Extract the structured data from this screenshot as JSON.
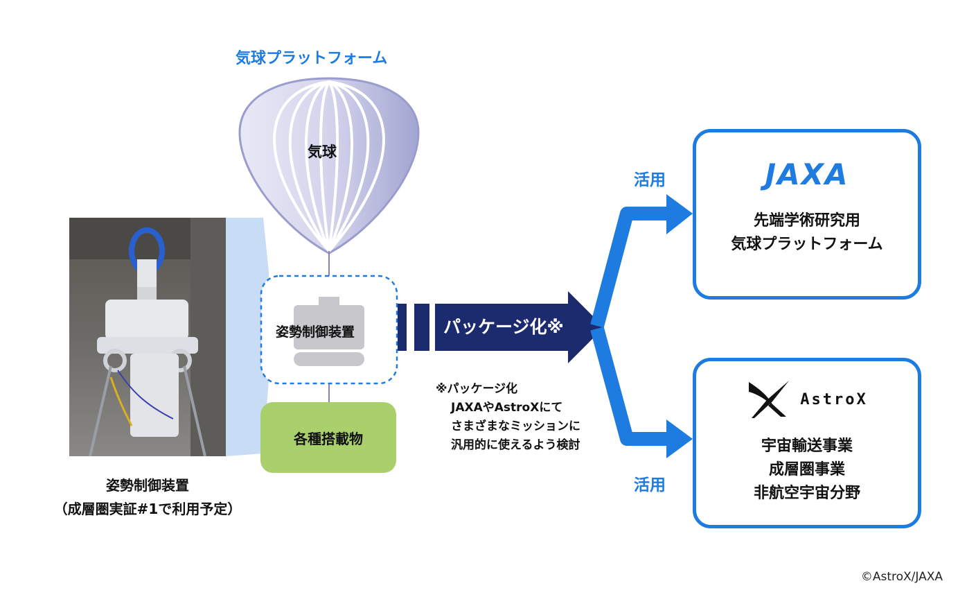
{
  "platform_title": "気球プラットフォーム",
  "balloon_label": "気球",
  "device_label": "姿勢制御装置",
  "payload_label": "各種搭載物",
  "photo_caption": {
    "line1": "姿勢制御装置",
    "line2": "（成層圏実証#1で利用予定）"
  },
  "package_label": "パッケージ化※",
  "note": {
    "line1": "※パッケージ化",
    "line2": "JAXAやAstroXにて",
    "line3": "さまざまなミッションに",
    "line4": "汎用的に使えるよう検討"
  },
  "use_label_top": "活用",
  "use_label_bottom": "活用",
  "destinations": {
    "jaxa": {
      "logo": "JAXA",
      "line1": "先端学術研究用",
      "line2": "気球プラットフォーム"
    },
    "astrox": {
      "logo": "AstroX",
      "line1": "宇宙輸送事業",
      "line2": "成層圏事業",
      "line3": "非航空宇宙分野"
    }
  },
  "copyright": "©AstroX/JAXA",
  "colors": {
    "accent_blue": "#1e7be0",
    "navy": "#1c2a6e",
    "payload_green": "#a9d06a",
    "callout_blue": "#c9dcf5",
    "balloon_purple": "#a9abd6"
  }
}
